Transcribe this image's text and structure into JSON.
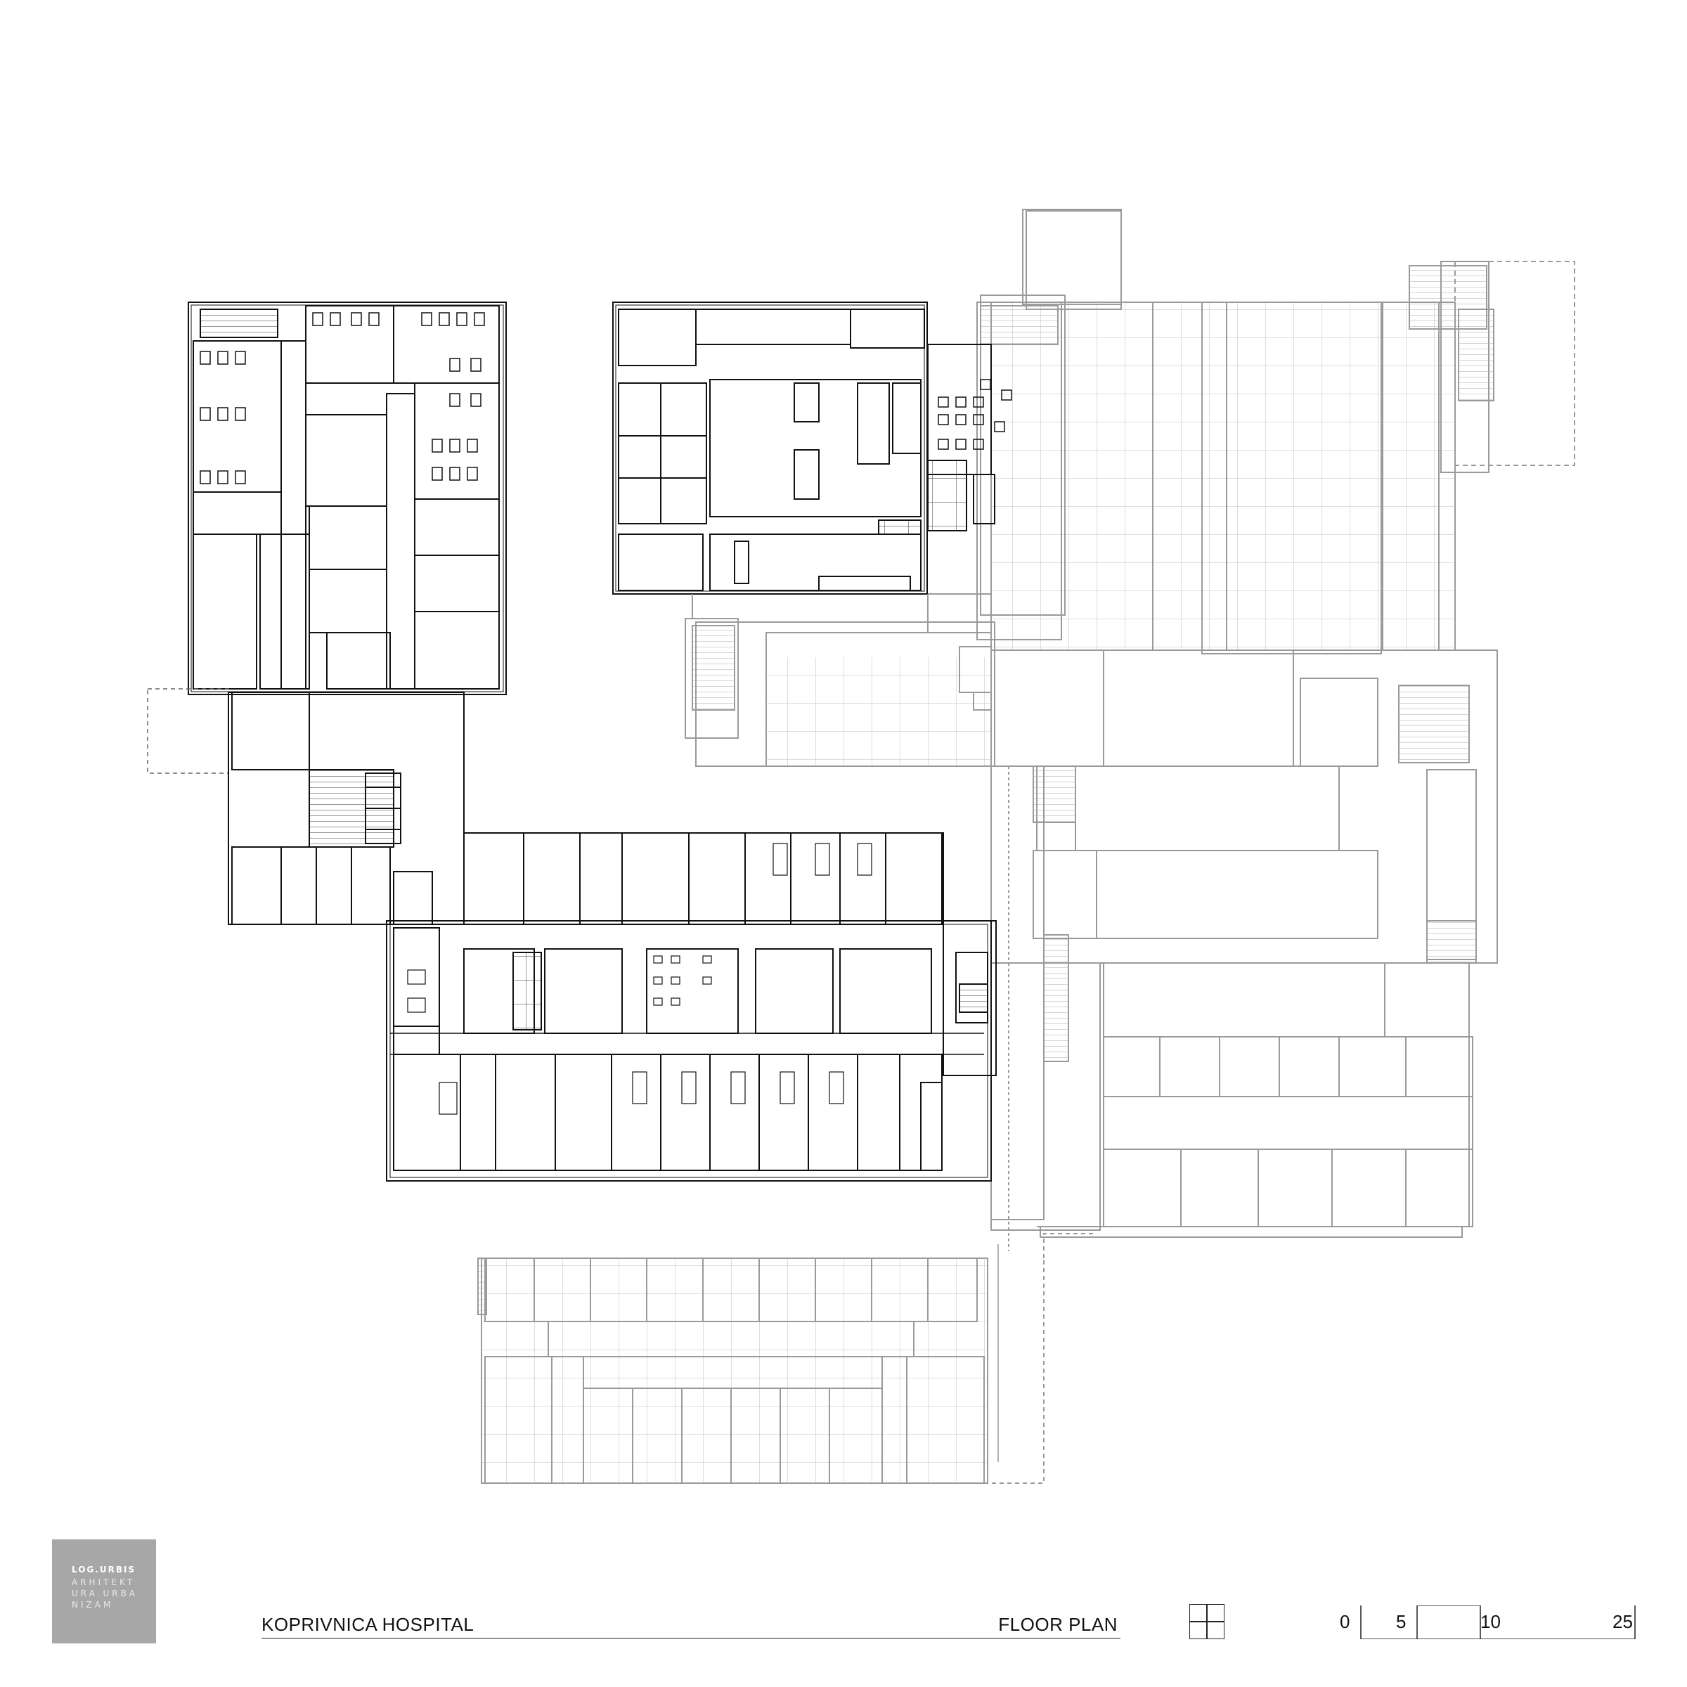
{
  "logo": {
    "line1": "LOG.URBIS",
    "line2": "ARHITEKT",
    "line3": "URA.URBA",
    "line4": "NIZAM"
  },
  "title_block": {
    "project": "KOPRIVNICA HOSPITAL",
    "drawing": "FLOOR PLAN"
  },
  "scale_bar": {
    "labels": [
      "0",
      "5",
      "10",
      "25"
    ]
  },
  "colors": {
    "highlight_walls": "#111111",
    "context_walls": "#9a9a9a",
    "logo_bg": "#a7a7a7"
  }
}
